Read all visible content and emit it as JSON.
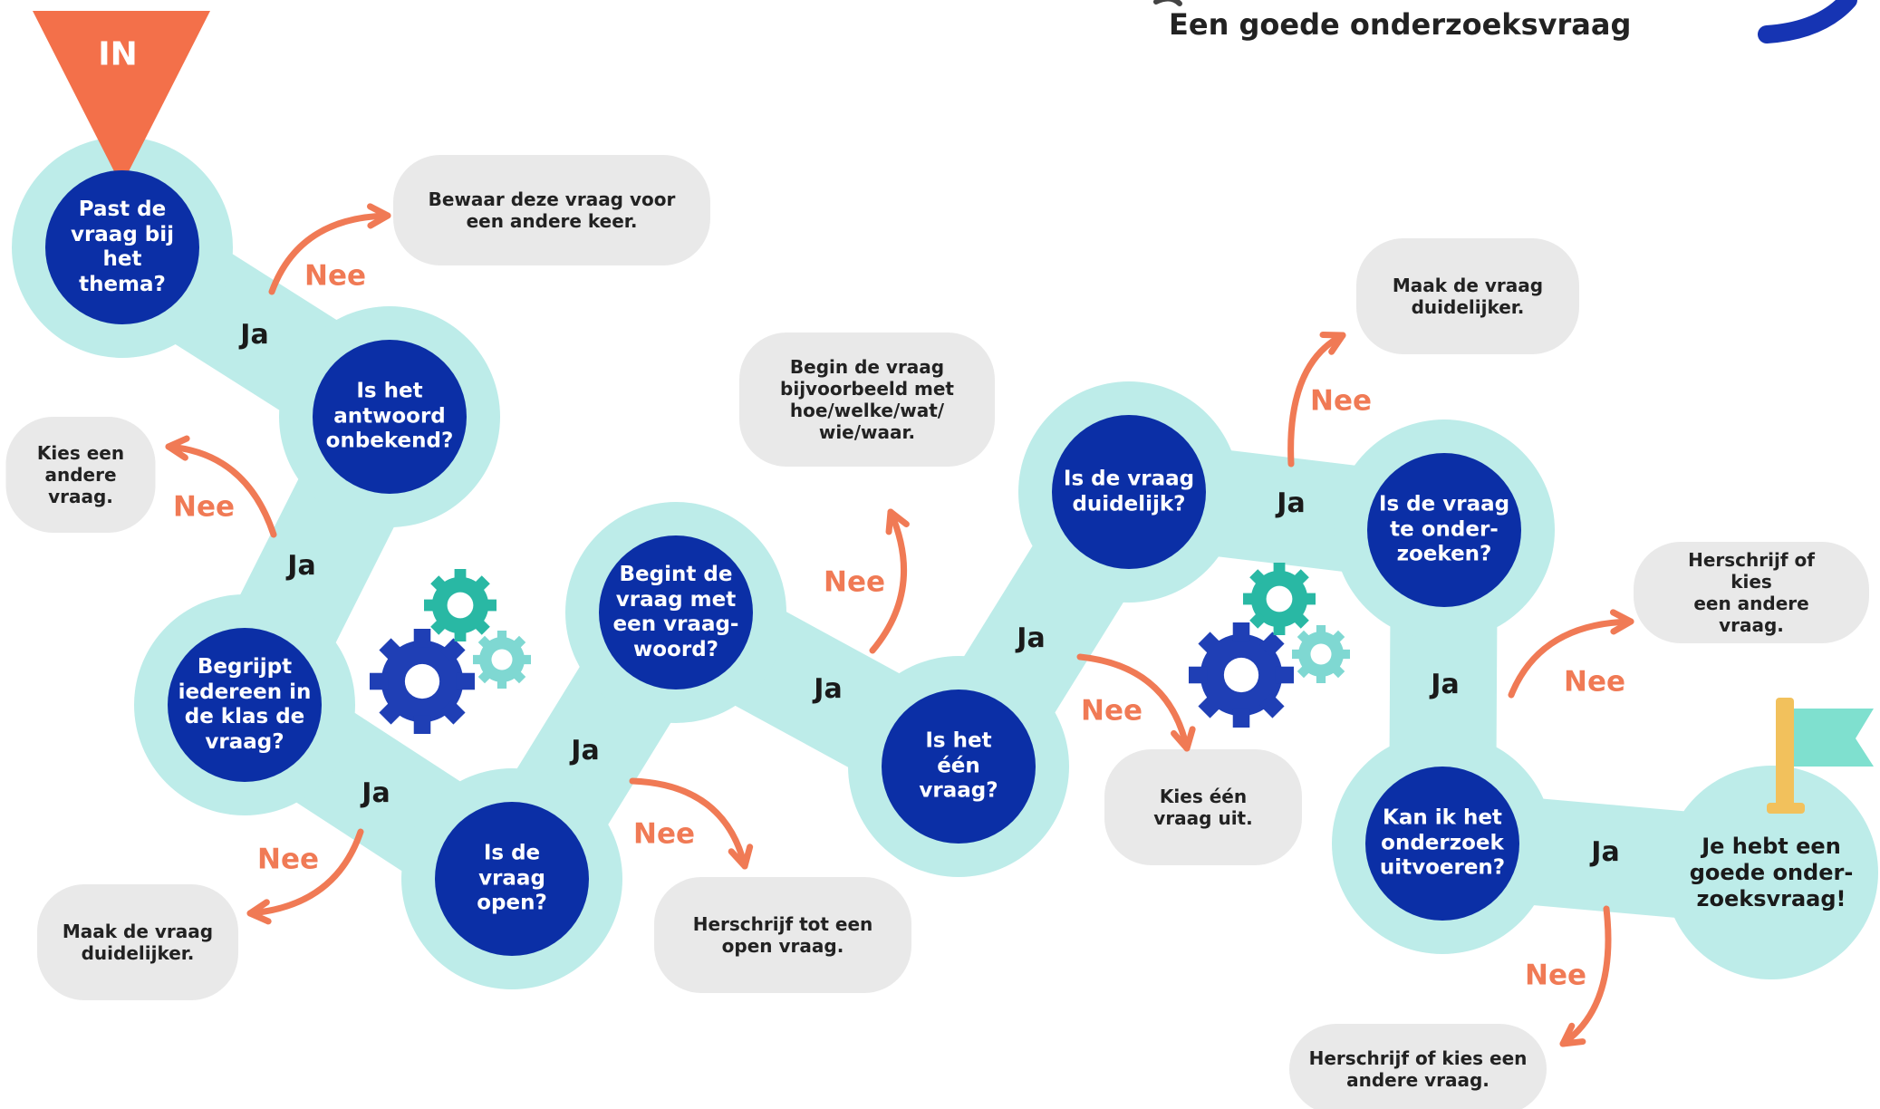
{
  "subtitle": "Een goede onderzoeksvraag",
  "start": {
    "label": "IN"
  },
  "questions": [
    {
      "id": "q1",
      "text": "Past de\nvraag bij het\nthema?"
    },
    {
      "id": "q2",
      "text": "Is het\nantwoord\nonbekend?"
    },
    {
      "id": "q3",
      "text": "Begrijpt\niedereen in\nde klas de\nvraag?"
    },
    {
      "id": "q4",
      "text": "Is de\nvraag\nopen?"
    },
    {
      "id": "q5",
      "text": "Begint de\nvraag met\neen vraag-\nwoord?"
    },
    {
      "id": "q6",
      "text": "Is het\néén\nvraag?"
    },
    {
      "id": "q7",
      "text": "Is de vraag\nduidelijk?"
    },
    {
      "id": "q8",
      "text": "Is de vraag\nte onder-\nzoeken?"
    },
    {
      "id": "q9",
      "text": "Kan ik het\nonderzoek\nuitvoeren?"
    }
  ],
  "boxes": [
    {
      "id": "b1",
      "text": "Bewaar deze vraag voor\neen andere keer."
    },
    {
      "id": "b2",
      "text": "Kies een\nandere\nvraag."
    },
    {
      "id": "b3",
      "text": "Maak de vraag\nduidelijker."
    },
    {
      "id": "b4",
      "text": "Herschrijf tot een\nopen vraag."
    },
    {
      "id": "b5",
      "text": "Begin de vraag\nbijvoorbeeld met\nhoe/welke/wat/\nwie/waar."
    },
    {
      "id": "b6",
      "text": "Kies één\nvraag uit."
    },
    {
      "id": "b7",
      "text": "Maak de vraag\nduidelijker."
    },
    {
      "id": "b8",
      "text": "Herschrijf of kies\neen andere vraag."
    },
    {
      "id": "b9",
      "text": "Herschrijf of kies een\nandere vraag."
    }
  ],
  "yes_label": "Ja",
  "no_label": "Nee",
  "final": {
    "text": "Je hebt een\ngoede onder-\nzoeksvraag!"
  },
  "colors": {
    "path": "#bdece9",
    "node": "#0b2fa6",
    "box": "#e9e9e9",
    "arrow": "#f07a55",
    "start": "#f3704a",
    "gear_blue": "#1f3fb5",
    "gear_teal": "#29b8a4",
    "gear_light": "#7fd8d2",
    "flag_pole": "#f2c15c",
    "flag": "#7fe0cf",
    "logo": "#1634b3"
  },
  "icons": [
    "gears-icon",
    "flag-icon",
    "magnifier-icon"
  ]
}
